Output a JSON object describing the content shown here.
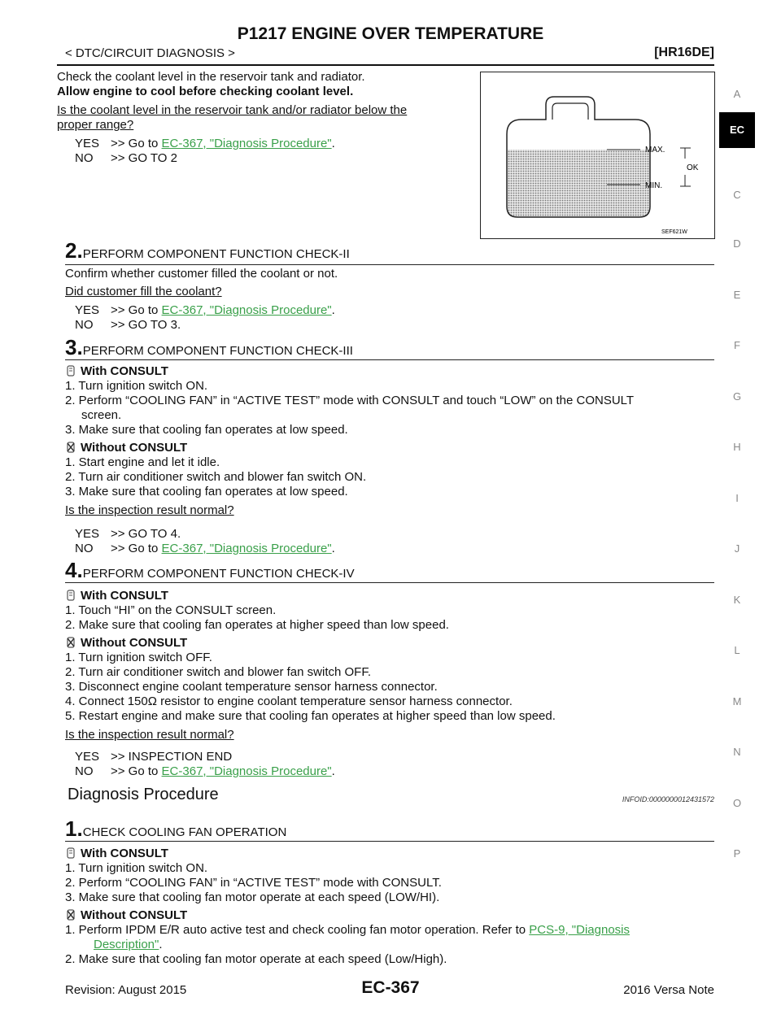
{
  "header": {
    "title": "P1217 ENGINE OVER TEMPERATURE",
    "section": "< DTC/CIRCUIT DIAGNOSIS >",
    "model": "[HR16DE]"
  },
  "side_index": [
    "A",
    "EC",
    "C",
    "D",
    "E",
    "F",
    "G",
    "H",
    "I",
    "J",
    "K",
    "L",
    "M",
    "N",
    "O",
    "P"
  ],
  "step1": {
    "line1": "Check the coolant level in the reservoir tank and radiator.",
    "line2": "Allow engine to cool before checking coolant level.",
    "question_a": "Is the coolant level in the reservoir tank and/or radiator below the",
    "question_b": "proper range?",
    "yes_label": "YES",
    "yes_text": ">> Go to ",
    "yes_link": "EC-367, \"Diagnosis Procedure\"",
    "no_label": "NO",
    "no_text": ">> GO TO 2"
  },
  "figure": {
    "max_label": "MAX.",
    "min_label": "MIN.",
    "ok_label": "OK",
    "code": "SEF621W"
  },
  "step2": {
    "num": "2.",
    "heading": "PERFORM COMPONENT FUNCTION CHECK-II",
    "body": "Confirm whether customer filled the coolant or not.",
    "question": "Did customer fill the coolant?",
    "yes_label": "YES",
    "yes_text": ">> Go to ",
    "yes_link": "EC-367, \"Diagnosis Procedure\"",
    "no_label": "NO",
    "no_text": ">> GO TO 3."
  },
  "step3": {
    "num": "3.",
    "heading": "PERFORM COMPONENT FUNCTION CHECK-III",
    "with_label": "With CONSULT",
    "with_items": [
      "1. Turn ignition switch ON.",
      "2. Perform “COOLING FAN” in “ACTIVE TEST” mode with CONSULT and touch “LOW” on the CONSULT",
      "screen.",
      "3. Make sure that cooling fan operates at low speed."
    ],
    "without_label": "Without CONSULT",
    "without_items": [
      "1. Start engine and let it idle.",
      "2. Turn air conditioner switch and blower fan switch ON.",
      "3. Make sure that cooling fan operates at low speed."
    ],
    "question": "Is the inspection result normal?",
    "yes_label": "YES",
    "yes_text": ">> GO TO 4.",
    "no_label": "NO",
    "no_text": ">> Go to ",
    "no_link": "EC-367, \"Diagnosis Procedure\""
  },
  "step4": {
    "num": "4.",
    "heading": "PERFORM COMPONENT FUNCTION CHECK-IV",
    "with_label": "With CONSULT",
    "with_items": [
      "1. Touch “HI” on the CONSULT screen.",
      "2. Make sure that cooling fan operates at higher speed than low speed."
    ],
    "without_label": "Without CONSULT",
    "without_items": [
      "1. Turn ignition switch OFF.",
      "2. Turn air conditioner switch and blower fan switch OFF.",
      "3. Disconnect engine coolant temperature sensor harness connector.",
      "4. Connect 150Ω resistor to engine coolant temperature sensor harness connector.",
      "5. Restart engine and make sure that cooling fan operates at higher speed than low speed."
    ],
    "question": "Is the inspection result normal?",
    "yes_label": "YES",
    "yes_text": ">> INSPECTION END",
    "no_label": "NO",
    "no_text": ">> Go to ",
    "no_link": "EC-367, \"Diagnosis Procedure\""
  },
  "diag": {
    "title": "Diagnosis Procedure",
    "infoid": "INFOID:0000000012431572",
    "num": "1.",
    "heading": "CHECK COOLING FAN OPERATION",
    "with_label": "With CONSULT",
    "with_items": [
      "1. Turn ignition switch ON.",
      "2. Perform “COOLING FAN” in “ACTIVE TEST” mode with CONSULT.",
      "3. Make sure that cooling fan motor operate at each speed (LOW/HI)."
    ],
    "without_label": "Without CONSULT",
    "without_item1": "1. Perform IPDM E/R auto active test and check cooling fan motor operation. Refer to ",
    "without_link_a": "PCS-9, \"Diagnosis",
    "without_link_b": "Description\"",
    "without_item2": "2. Make sure that cooling fan motor operate at each speed (Low/High)."
  },
  "footer": {
    "revision": "Revision: August 2015",
    "page": "EC-367",
    "vehicle": "2016 Versa Note"
  }
}
